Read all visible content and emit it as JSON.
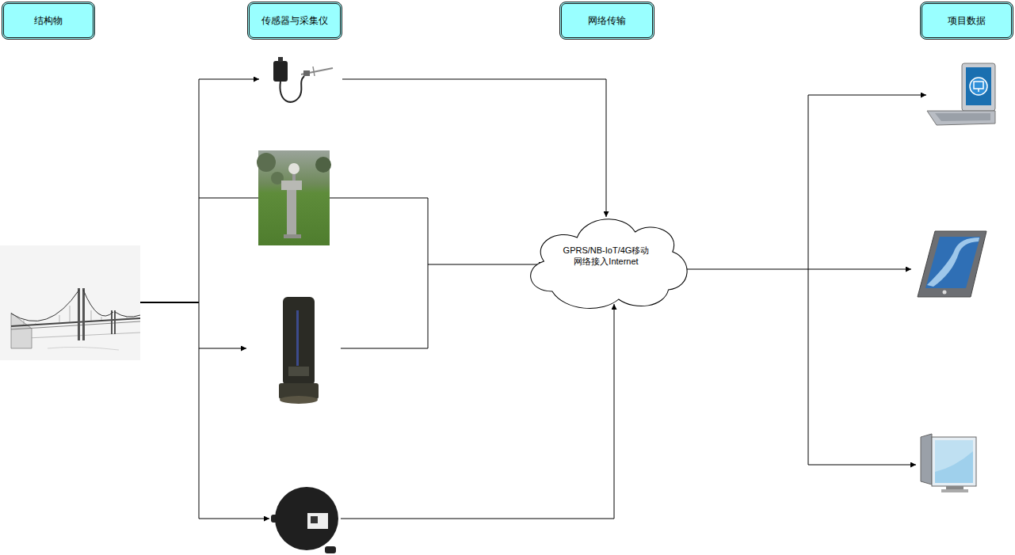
{
  "diagram": {
    "nodes": [
      {
        "text": [
          "结构物"
        ]
      },
      {
        "text": [
          "传感器与采集仪"
        ]
      },
      {
        "text": [
          "网络传输"
        ]
      },
      {
        "text": [
          "项目数据"
        ]
      },
      {
        "text": [
          "GPRS/NB-IoT/4G移动 网络接入Internet"
        ]
      }
    ]
  }
}
